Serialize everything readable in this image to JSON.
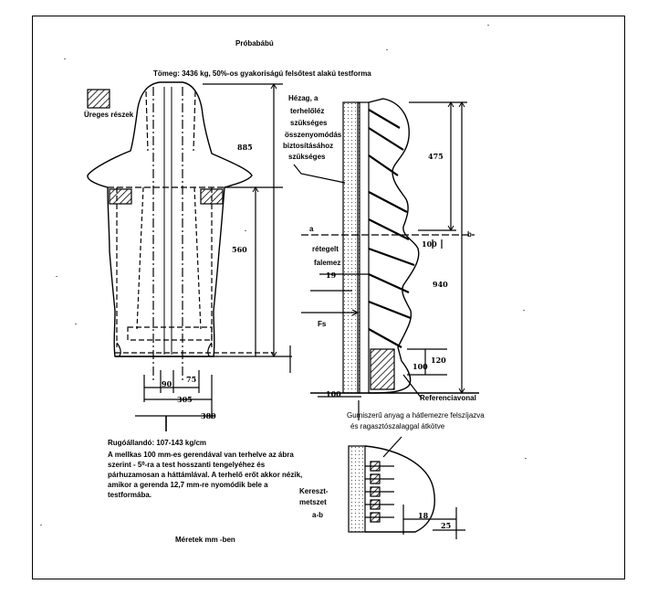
{
  "title": "Próbabábú",
  "subtitle": "Tömeg: 3436 kg, 50%-os gyakoriságú felsőtest alakú testforma",
  "front_view": {
    "legend_label": "Üreges részek",
    "dim_885": "885",
    "dim_560": "560",
    "dim_90": "90",
    "dim_75": "75",
    "dim_305": "305",
    "dim_380": "380"
  },
  "side_view": {
    "gap_note": [
      "Hézag, a",
      "terhelőléz",
      "szükséges",
      "összenyomódás",
      "biztosításához",
      "szükséges"
    ],
    "layer_label": [
      "rétegelt",
      "falemez"
    ],
    "dim_19": "19",
    "force_label": "Fs",
    "section_a": "a",
    "section_b": "b",
    "dim_475": "475",
    "dim_100_top": "100",
    "dim_940": "940",
    "dim_120": "120",
    "dim_100_bottom": "100",
    "dim_100_base": "100",
    "reference_line": "Referenciavonal",
    "rubber_note": [
      "Gumiszerű anyag a hátlemezre felszíjazva",
      "és ragasztószalaggal átkötve"
    ]
  },
  "spring_text": "Rugóállandó: 107-143 kg/cm",
  "load_text": [
    "A mellkas 100 mm-es gerendával van terhelve az ábra",
    "szerint - 5⁰-ra a test hosszanti tengelyéhez és",
    "párhuzamosan a háttámlával. A terhelő erőt akkor nézik,",
    "amikor a gerenda 12,7 mm-re nyomódik bele a",
    "testformába."
  ],
  "section_view": {
    "label": [
      "Kereszt-",
      "metszet"
    ],
    "sub": "a-b",
    "dim_18": "18",
    "dim_25": "25"
  },
  "units_note": "Méretek mm -ben"
}
